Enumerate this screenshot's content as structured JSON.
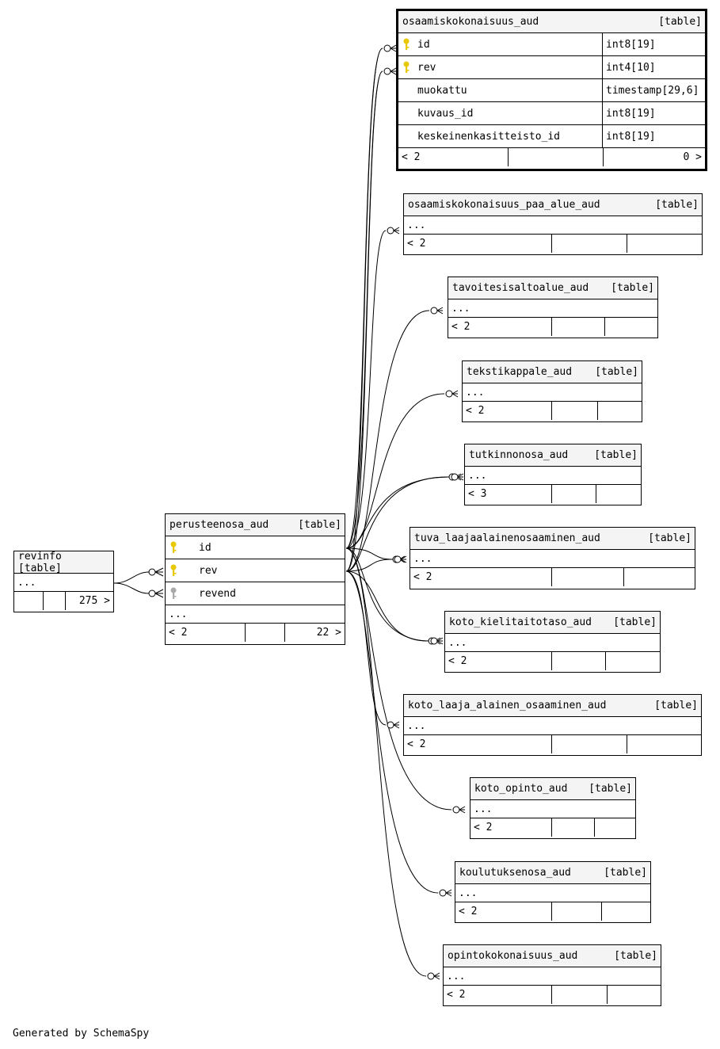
{
  "colors": {
    "key": "#e8c800",
    "key_grey": "#aaaaaa"
  },
  "credit": "Generated by SchemaSpy",
  "tables": {
    "main": {
      "name": "osaamiskokonaisuus_aud",
      "type": "[table]",
      "columns": [
        {
          "name": "id",
          "type": "int8[19]",
          "key": "primary"
        },
        {
          "name": "rev",
          "type": "int4[10]",
          "key": "primary"
        },
        {
          "name": "muokattu",
          "type": "timestamp[29,6]",
          "key": ""
        },
        {
          "name": "kuvaus_id",
          "type": "int8[19]",
          "key": ""
        },
        {
          "name": "keskeinenkasitteisto_id",
          "type": "int8[19]",
          "key": ""
        }
      ],
      "footer": {
        "left": "< 2",
        "right": "0 >"
      }
    },
    "revinfo": {
      "name": "revinfo [table]",
      "ellipsis": "...",
      "footer": {
        "right": "275 >"
      }
    },
    "perusteenosa": {
      "name": "perusteenosa_aud",
      "type": "[table]",
      "columns": [
        {
          "name": "id",
          "key": "primary"
        },
        {
          "name": "rev",
          "key": "primary"
        },
        {
          "name": "revend",
          "key": "grey"
        }
      ],
      "ellipsis": "...",
      "footer": {
        "left": "< 2",
        "right": "22 >"
      }
    },
    "children": [
      {
        "name": "osaamiskokonaisuus_paa_alue_aud",
        "type": "[table]",
        "ellipsis": "...",
        "footer": "< 2"
      },
      {
        "name": "tavoitesisaltoalue_aud",
        "type": "[table]",
        "ellipsis": "...",
        "footer": "< 2"
      },
      {
        "name": "tekstikappale_aud",
        "type": "[table]",
        "ellipsis": "...",
        "footer": "< 2"
      },
      {
        "name": "tutkinnonosa_aud",
        "type": "[table]",
        "ellipsis": "...",
        "footer": "< 3"
      },
      {
        "name": "tuva_laajaalainenosaaminen_aud",
        "type": "[table]",
        "ellipsis": "...",
        "footer": "< 2"
      },
      {
        "name": "koto_kielitaitotaso_aud",
        "type": "[table]",
        "ellipsis": "...",
        "footer": "< 2"
      },
      {
        "name": "koto_laaja_alainen_osaaminen_aud",
        "type": "[table]",
        "ellipsis": "...",
        "footer": "< 2"
      },
      {
        "name": "koto_opinto_aud",
        "type": "[table]",
        "ellipsis": "...",
        "footer": "< 2"
      },
      {
        "name": "koulutuksenosa_aud",
        "type": "[table]",
        "ellipsis": "...",
        "footer": "< 2"
      },
      {
        "name": "opintokokonaisuus_aud",
        "type": "[table]",
        "ellipsis": "...",
        "footer": "< 2"
      }
    ]
  }
}
